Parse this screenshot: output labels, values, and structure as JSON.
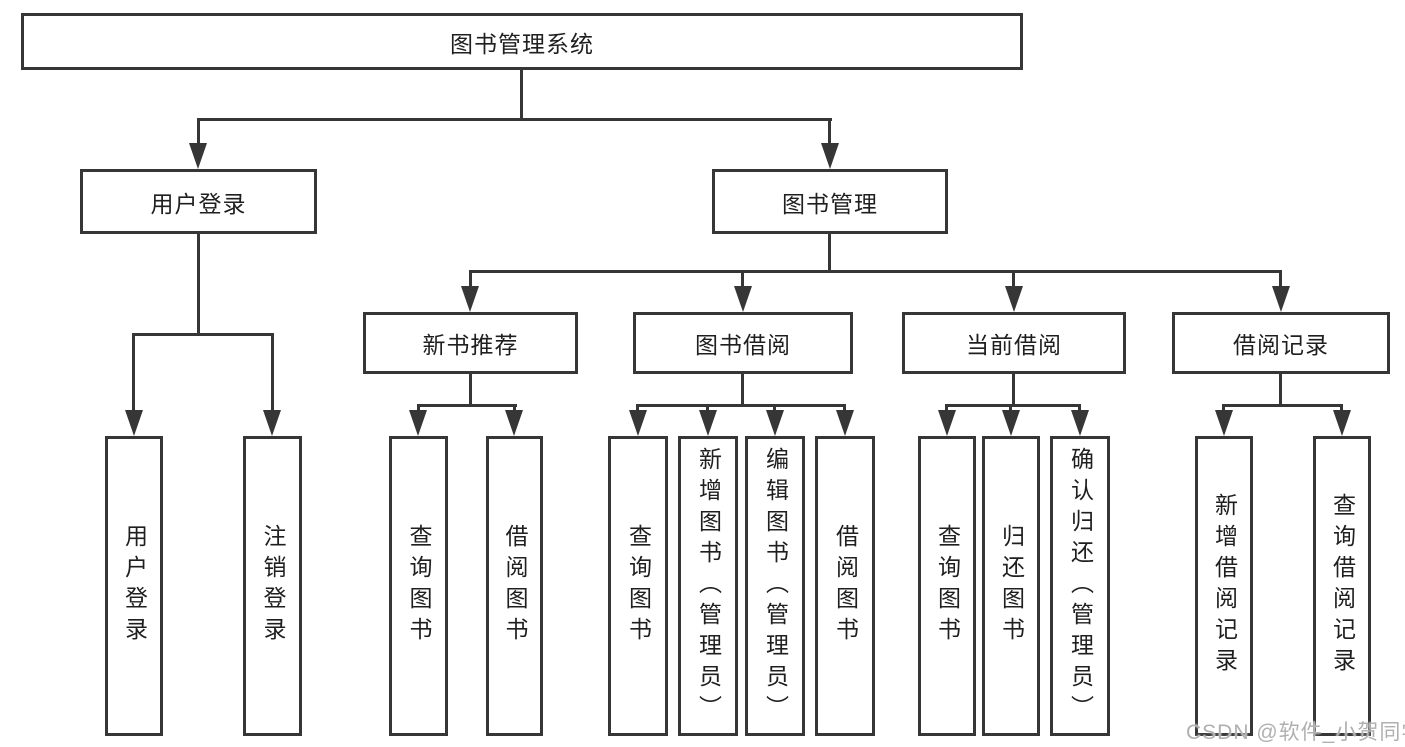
{
  "colors": {
    "line": "#363636",
    "text": "#1f1f1f",
    "watermark": "#b0b0b0",
    "background": "#ffffff"
  },
  "tree": {
    "label": "图书管理系统",
    "children": [
      {
        "label": "用户登录",
        "children": [
          {
            "label": "用户登录"
          },
          {
            "label": "注销登录"
          }
        ]
      },
      {
        "label": "图书管理",
        "children": [
          {
            "label": "新书推荐",
            "children": [
              {
                "label": "查询图书"
              },
              {
                "label": "借阅图书"
              }
            ]
          },
          {
            "label": "图书借阅",
            "children": [
              {
                "label": "查询图书"
              },
              {
                "label": "新增图书（管理员）"
              },
              {
                "label": "编辑图书（管理员）"
              },
              {
                "label": "借阅图书"
              }
            ]
          },
          {
            "label": "当前借阅",
            "children": [
              {
                "label": "查询图书"
              },
              {
                "label": "归还图书"
              },
              {
                "label": "确认归还（管理员）"
              }
            ]
          },
          {
            "label": "借阅记录",
            "children": [
              {
                "label": "新增借阅记录"
              },
              {
                "label": "查询借阅记录"
              }
            ]
          }
        ]
      }
    ]
  },
  "watermark": {
    "text": "CSDN @软件_小贺同学"
  }
}
